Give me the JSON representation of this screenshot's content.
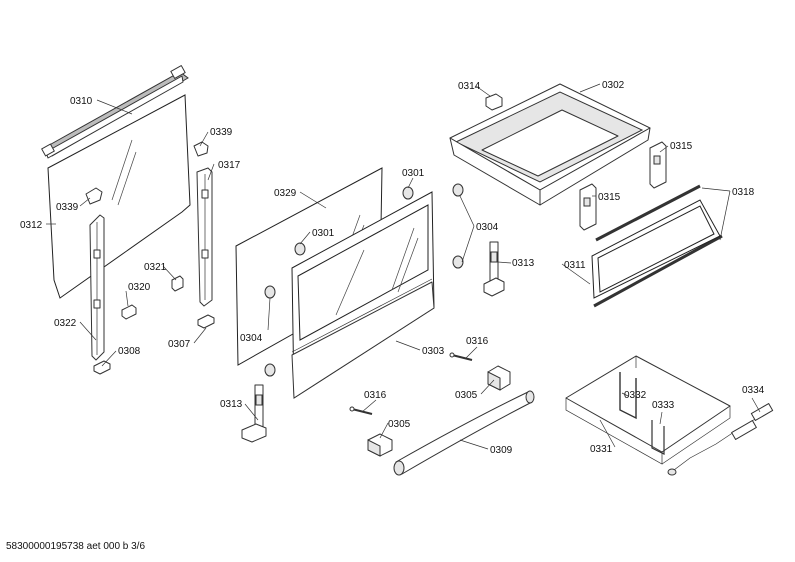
{
  "footer_text": "58300000195738 aet 000 b 3/6",
  "labels": {
    "l0310": "0310",
    "l0339a": "0339",
    "l0339b": "0339",
    "l0317": "0317",
    "l0312": "0312",
    "l0321": "0321",
    "l0320": "0320",
    "l0322": "0322",
    "l0308": "0308",
    "l0307": "0307",
    "l0329": "0329",
    "l0301a": "0301",
    "l0301b": "0301",
    "l0304a": "0304",
    "l0304b": "0304",
    "l0303": "0303",
    "l0313a": "0313",
    "l0313b": "0313",
    "l0316a": "0316",
    "l0316b": "0316",
    "l0305a": "0305",
    "l0305b": "0305",
    "l0309": "0309",
    "l0314": "0314",
    "l0302": "0302",
    "l0315a": "0315",
    "l0315b": "0315",
    "l0318": "0318",
    "l0311": "0311",
    "l0332": "0332",
    "l0333": "0333",
    "l0334": "0334",
    "l0331": "0331"
  }
}
